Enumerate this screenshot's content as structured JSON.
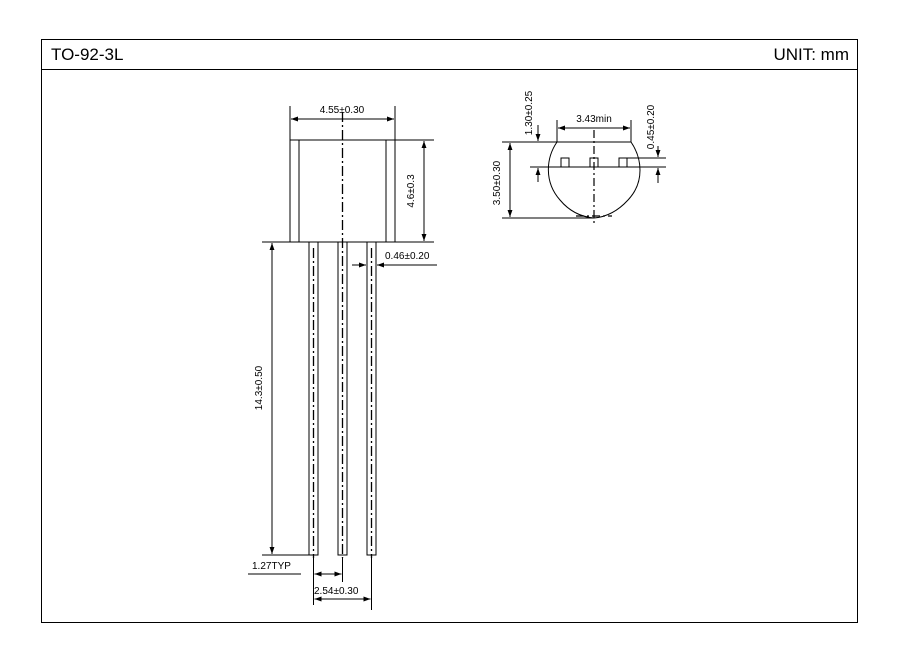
{
  "header": {
    "package_name": "TO-92-3L",
    "unit": "UNIT: mm"
  },
  "front_view": {
    "body_width": "4.55±0.30",
    "body_height": "4.6±0.3",
    "lead_width": "0.46±0.20",
    "lead_length": "14.3±0.50",
    "lead_pitch_typ": "1.27TYP",
    "lead_span": "2.54±0.30"
  },
  "bottom_view": {
    "flat_top_width": "3.43min",
    "height_top_part": "1.30±0.25",
    "total_depth": "3.50±0.30",
    "lead_protrusion": "0.45±0.20"
  }
}
